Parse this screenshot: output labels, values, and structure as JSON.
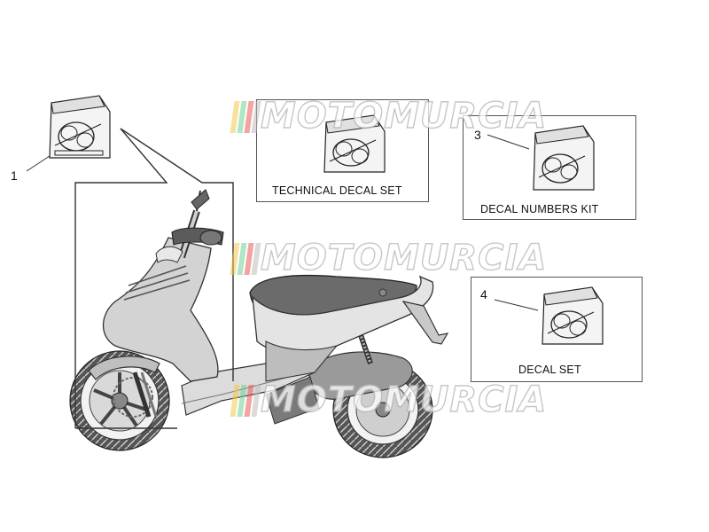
{
  "watermark": {
    "text": "MOTOMURCIA",
    "colors": [
      "#f2c94c",
      "#6fcf97",
      "#eb5757",
      "#bdbdbd"
    ]
  },
  "callouts": [
    {
      "id": "1",
      "text": "1"
    },
    {
      "id": "3",
      "text": "3"
    },
    {
      "id": "4",
      "text": "4"
    }
  ],
  "kits": [
    {
      "name": "technical-decal-set",
      "label": "TECHNICAL DECAL SET"
    },
    {
      "name": "decal-numbers-kit",
      "label": "DECAL NUMBERS KIT"
    },
    {
      "name": "decal-set",
      "label": "DECAL SET"
    }
  ],
  "colors": {
    "line": "#333333",
    "body_fill": "#e6e6e6",
    "dark_part": "#8a8a8a",
    "tyre": "#3a3a3a"
  }
}
